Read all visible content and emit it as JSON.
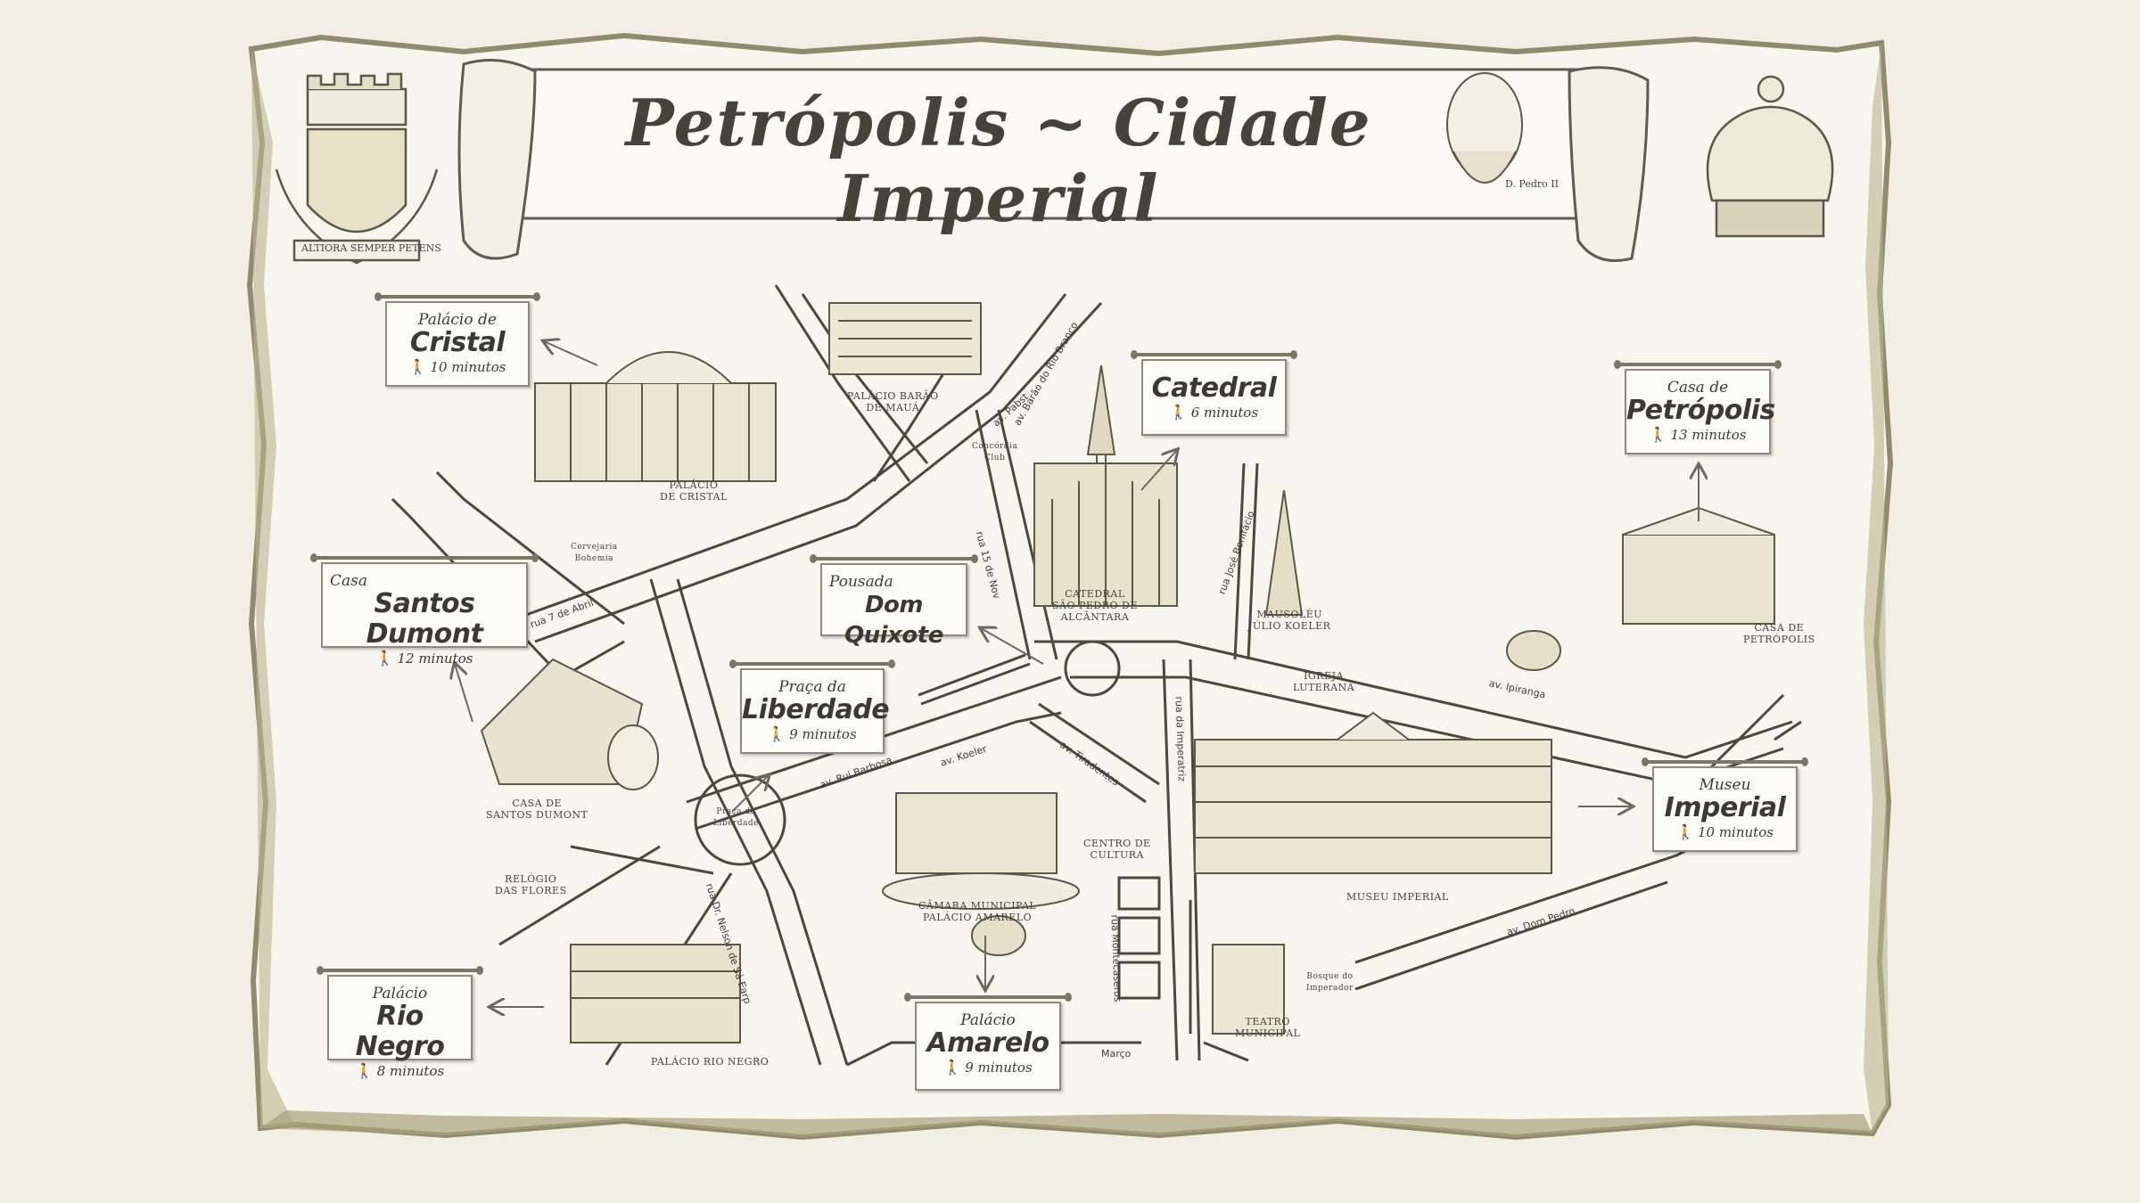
{
  "title": "Petrópolis ~ Cidade Imperial",
  "motto": "ALTIORA SEMPER PETENS",
  "portrait_caption": "D. Pedro II",
  "signs": [
    {
      "id": "cristal",
      "prefix": "Palácio de",
      "name": "Cristal",
      "walk": "10 minutos"
    },
    {
      "id": "catedral",
      "prefix": "",
      "name": "Catedral",
      "walk": "6 minutos"
    },
    {
      "id": "casa-petropolis",
      "prefix": "Casa de",
      "name": "Petrópolis",
      "walk": "13 minutos"
    },
    {
      "id": "santos-dumont",
      "prefix": "Casa",
      "name": "Santos Dumont",
      "walk": "12 minutos"
    },
    {
      "id": "dom-quixote",
      "prefix": "Pousada",
      "name": "Dom Quixote",
      "walk": ""
    },
    {
      "id": "liberdade",
      "prefix": "Praça da",
      "name": "Liberdade",
      "walk": "9 minutos"
    },
    {
      "id": "museu-imperial",
      "prefix": "Museu",
      "name": "Imperial",
      "walk": "10 minutos"
    },
    {
      "id": "rio-negro",
      "prefix": "Palácio",
      "name": "Rio Negro",
      "walk": "8 minutos"
    },
    {
      "id": "amarelo",
      "prefix": "Palácio",
      "name": "Amarelo",
      "walk": "9 minutos"
    }
  ],
  "map_labels": {
    "palacio_baraomaua": "PALÁCIO BARÃO\nDE MAUÁ",
    "palacio_cristal": "PALÁCIO\nDE CRISTAL",
    "catedral": "CATEDRAL\nSÃO PEDRO DE\nALCÂNTARA",
    "mausoleu": "MAUSOLÉU\nJÚLIO KOELER",
    "igreja_luterana": "IGREJA\nLUTERANA",
    "casa_petropolis": "CASA DE\nPETRÓPOLIS",
    "casa_santos_dumont": "CASA DE\nSANTOS DUMONT",
    "relogio": "RELÓGIO\nDAS FLORES",
    "centro_cultura": "CENTRO DE\nCULTURA",
    "camara": "CÂMARA MUNICIPAL\nPALÁCIO AMARELO",
    "museu": "MUSEU IMPERIAL",
    "palacio_rio_negro": "PALÁCIO RIO NEGRO",
    "teatro": "TEATRO\nMUNICIPAL",
    "praca_liberdade": "Praça da\nLiberdade",
    "cervejaria": "Cervejaria\nBohemia",
    "concordia": "Concórdia\nClub",
    "bosque": "Bosque do\nImperador"
  },
  "streets": {
    "pabst": "av. Pabst",
    "barao_rio_branco": "av. Barão do Rio Branco",
    "sete_abril": "rua 7 de Abril",
    "quinze_nov": "rua 15 de Nov",
    "jose_bonifacio": "rua José Bonifácio",
    "ipiranga": "av. Ipiranga",
    "koeler": "av. Koeler",
    "tiradentes": "av. Tiradentes",
    "rui_barbosa": "av. Rui Barbosa",
    "dr_nelson": "rua Dr. Nelson de Sá Earp",
    "imperatriz": "rua da Imperatriz",
    "dom_pedro": "av. Dom Pedro",
    "marco": "Março",
    "montecaseros": "rua Montecaseros"
  }
}
